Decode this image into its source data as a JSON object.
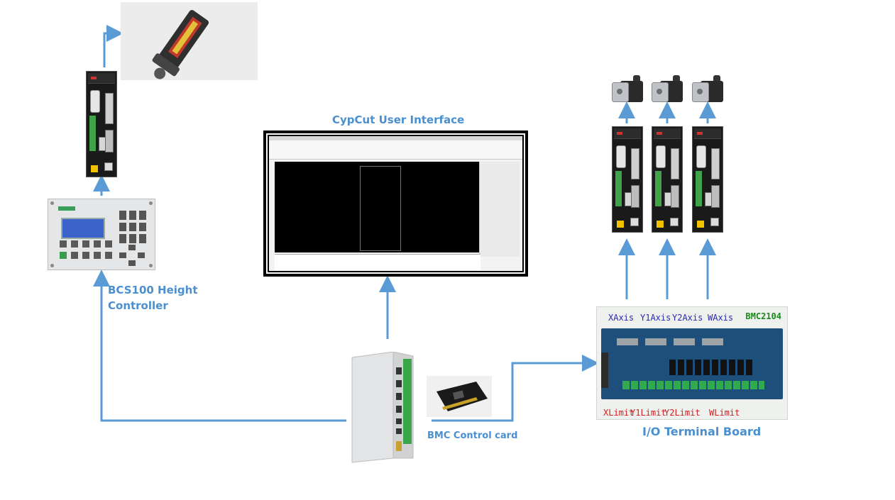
{
  "labels": {
    "cypcut": "CypCut User Interface",
    "height_controller_line1": "BCS100 Height",
    "height_controller_line2": "Controller",
    "control_card": "BMC Control card",
    "io_board": "I/O Terminal Board"
  },
  "io_board": {
    "model": "BMC2104",
    "axis_labels": [
      "XAxis",
      "Y1Axis",
      "Y2Axis",
      "WAxis"
    ],
    "limit_labels": [
      "XLimit",
      "Y1Limit",
      "Y2Limit",
      "WLimit"
    ]
  },
  "colors": {
    "line": "#5b9bd5",
    "label": "#4a90d0",
    "board_red_text": "#d02020",
    "board_blue_text": "#2a2ab0",
    "board_green_text": "#1a8a1a",
    "drive_body": "#1a1a1a",
    "pcb": "#1e4f7a"
  },
  "icons": [
    "servo-drive",
    "servo-motor",
    "laser-head",
    "controller-panel",
    "industrial-pc",
    "pci-card",
    "terminal-board",
    "monitor"
  ]
}
